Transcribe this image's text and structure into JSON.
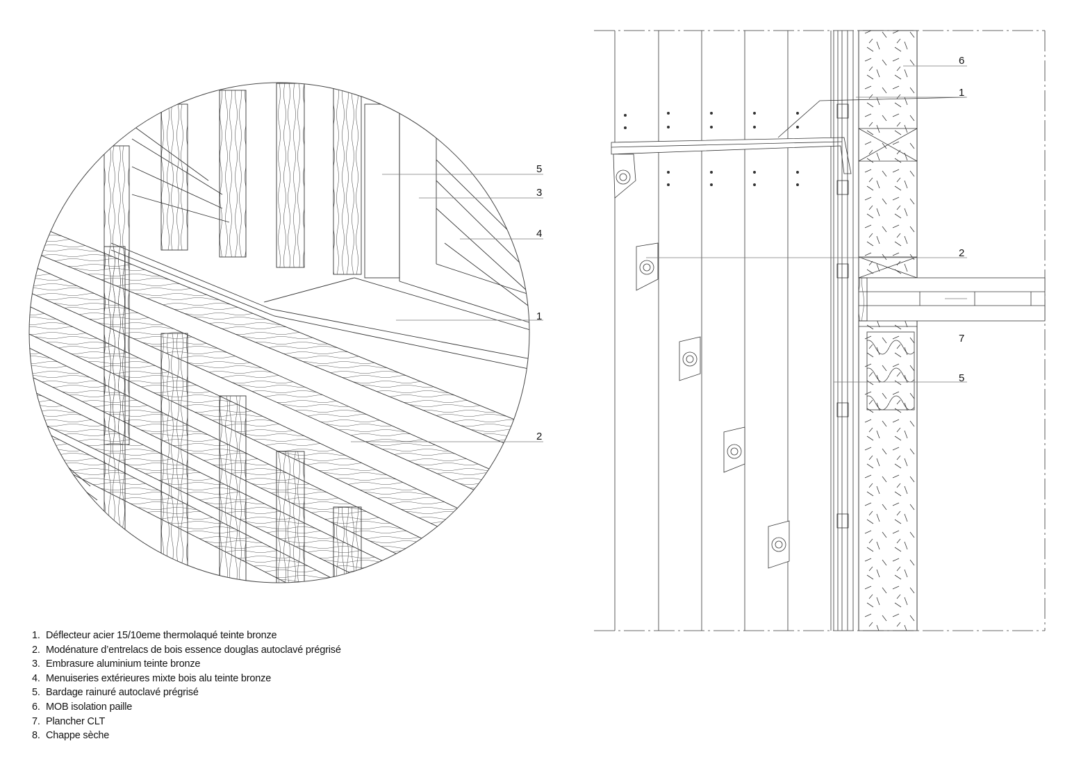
{
  "detail_view": {
    "callouts": [
      {
        "number": "5"
      },
      {
        "number": "3"
      },
      {
        "number": "4"
      },
      {
        "number": "1"
      },
      {
        "number": "2"
      }
    ]
  },
  "section_view": {
    "callouts": [
      {
        "number": "6"
      },
      {
        "number": "1"
      },
      {
        "number": "2"
      },
      {
        "number": "7"
      },
      {
        "number": "5"
      }
    ]
  },
  "legend": {
    "items": [
      {
        "number": "1.",
        "text": "Déflecteur acier 15/10eme thermolaqué teinte bronze"
      },
      {
        "number": "2.",
        "text": "Modénature d’entrelacs de bois essence douglas autoclavé prégrisé"
      },
      {
        "number": "3.",
        "text": "Embrasure aluminium teinte bronze"
      },
      {
        "number": "4.",
        "text": "Menuiseries extérieures mixte bois alu teinte bronze"
      },
      {
        "number": "5.",
        "text": "Bardage rainuré autoclavé prégrisé"
      },
      {
        "number": "6.",
        "text": "MOB isolation paille"
      },
      {
        "number": "7.",
        "text": "Plancher CLT"
      },
      {
        "number": "8.",
        "text": "Chappe sèche"
      }
    ]
  }
}
